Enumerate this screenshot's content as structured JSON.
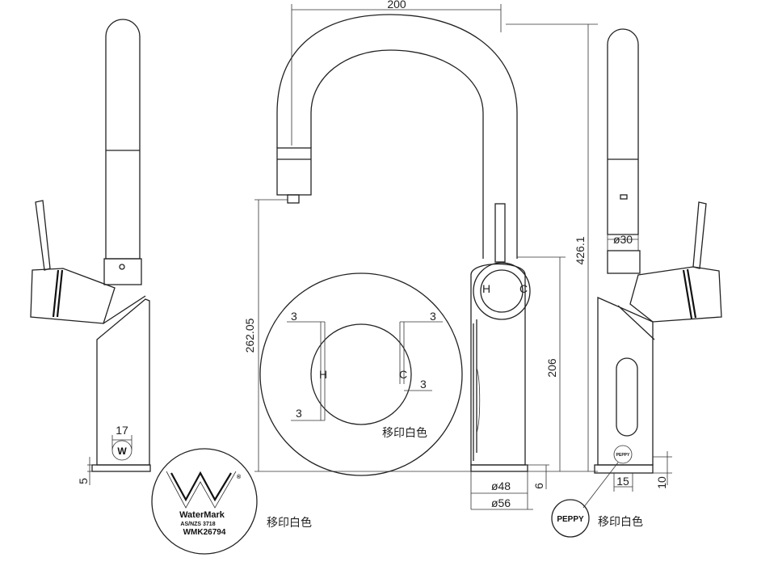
{
  "dimensions": {
    "spout_reach": "200",
    "total_height": "426.1",
    "spout_height": "262.05",
    "body_height": "206",
    "hole_offset": "3",
    "base_thickness": "6",
    "base_dia_48": "ø48",
    "base_dia_56": "ø56",
    "pipe_dia": "ø30",
    "side_width_17": "17",
    "side_base_5": "5",
    "right_width_15": "15",
    "right_base_10": "10"
  },
  "labels": {
    "hot": "H",
    "cold": "C",
    "white_print": "移印白色"
  },
  "logos": {
    "watermark_title": "WaterMark",
    "watermark_std": "AS/NZS 3718",
    "watermark_lic": "WMK26794",
    "peppy": "PEPPY"
  },
  "colors": {
    "line": "#222222",
    "background": "#ffffff"
  }
}
